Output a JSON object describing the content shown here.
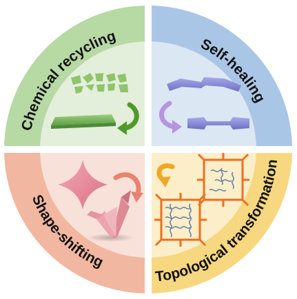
{
  "colors": {
    "chemical_recycling_ring": "#b7d9a4",
    "chemical_recycling_inner": "#e3eedb",
    "self_healing_ring": "#a9c6e6",
    "self_healing_inner": "#dce7f4",
    "shape_shifting_ring": "#f2b7a0",
    "shape_shifting_inner": "#f8e1d8",
    "topological_ring": "#f7d77f",
    "topological_inner": "#fbeec8",
    "divider": "#ffffff",
    "fragments": "#8fc46c",
    "sheet": "#76b35b",
    "green_arrow": "#4f9a2a",
    "healing_material": "#8c90d8",
    "purple_arrow": "#b595e0",
    "star": "#e9899a",
    "crane": "#e7a0a8",
    "salmon_arrow": "#e7836f",
    "orange_arrow": "#efa726",
    "network_lines": "#ef6f1f",
    "network_chains": "#5f7ea8"
  },
  "quadrants": {
    "chemical_recycling": {
      "label": "Chemical recycling",
      "icon": "polymer-recycling-icon"
    },
    "self_healing": {
      "label": "Self-healing",
      "icon": "self-healing-icon"
    },
    "shape_shifting": {
      "label": "Shape-shifting",
      "icon": "origami-crane-icon"
    },
    "topological_transformation": {
      "label": "Topological transformation",
      "icon": "polymer-network-icon"
    }
  }
}
